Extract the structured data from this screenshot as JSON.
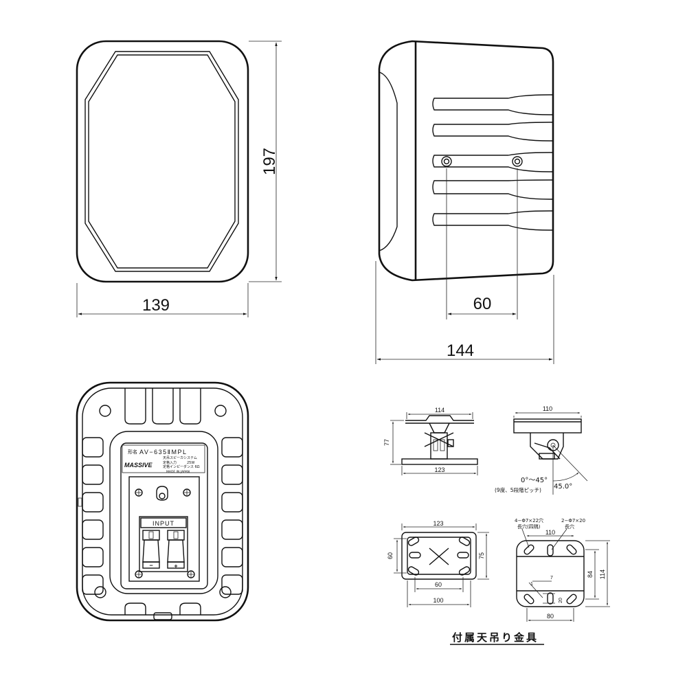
{
  "dimensions": {
    "front_width": "139",
    "front_height": "197",
    "side_depth": "144",
    "side_mount_spacing": "60"
  },
  "label_plate": {
    "model_prefix": "形名",
    "model": "AV−635ⅡMPL",
    "brand": "MASSIVE",
    "spec_line1": "天吊スピーカシステム",
    "spec_line2_label": "定格入力",
    "spec_line2_value": "25W",
    "spec_line3": "定格インピーダンス 6Ω",
    "origin": "MADE IN JAPAN"
  },
  "terminal": {
    "title": "INPUT",
    "minus": "−",
    "plus": "+"
  },
  "bracket_front": {
    "top_width": "114",
    "height": "77",
    "base_width": "123"
  },
  "bracket_side": {
    "top_width": "110",
    "angle_range": "0°～45°",
    "angle_steps": "(9度、5段階ピッチ)",
    "angle_value": "45.0°"
  },
  "bracket_base_left": {
    "width": "123",
    "height_left": "60",
    "height_right": "75",
    "inner_width": "60",
    "outer_width": "100"
  },
  "bracket_base_right": {
    "hole_note_a": "4−Φ7×22穴",
    "hole_note_a2": "長穴(四隅)",
    "hole_note_b": "2−Φ7×20",
    "hole_note_b2": "長穴",
    "top_width": "110",
    "height_inner": "84",
    "height_outer": "114",
    "small_7": "7",
    "small_20": "20",
    "small_1": "1",
    "bottom_width": "80"
  },
  "caption": "付属天吊り金具"
}
